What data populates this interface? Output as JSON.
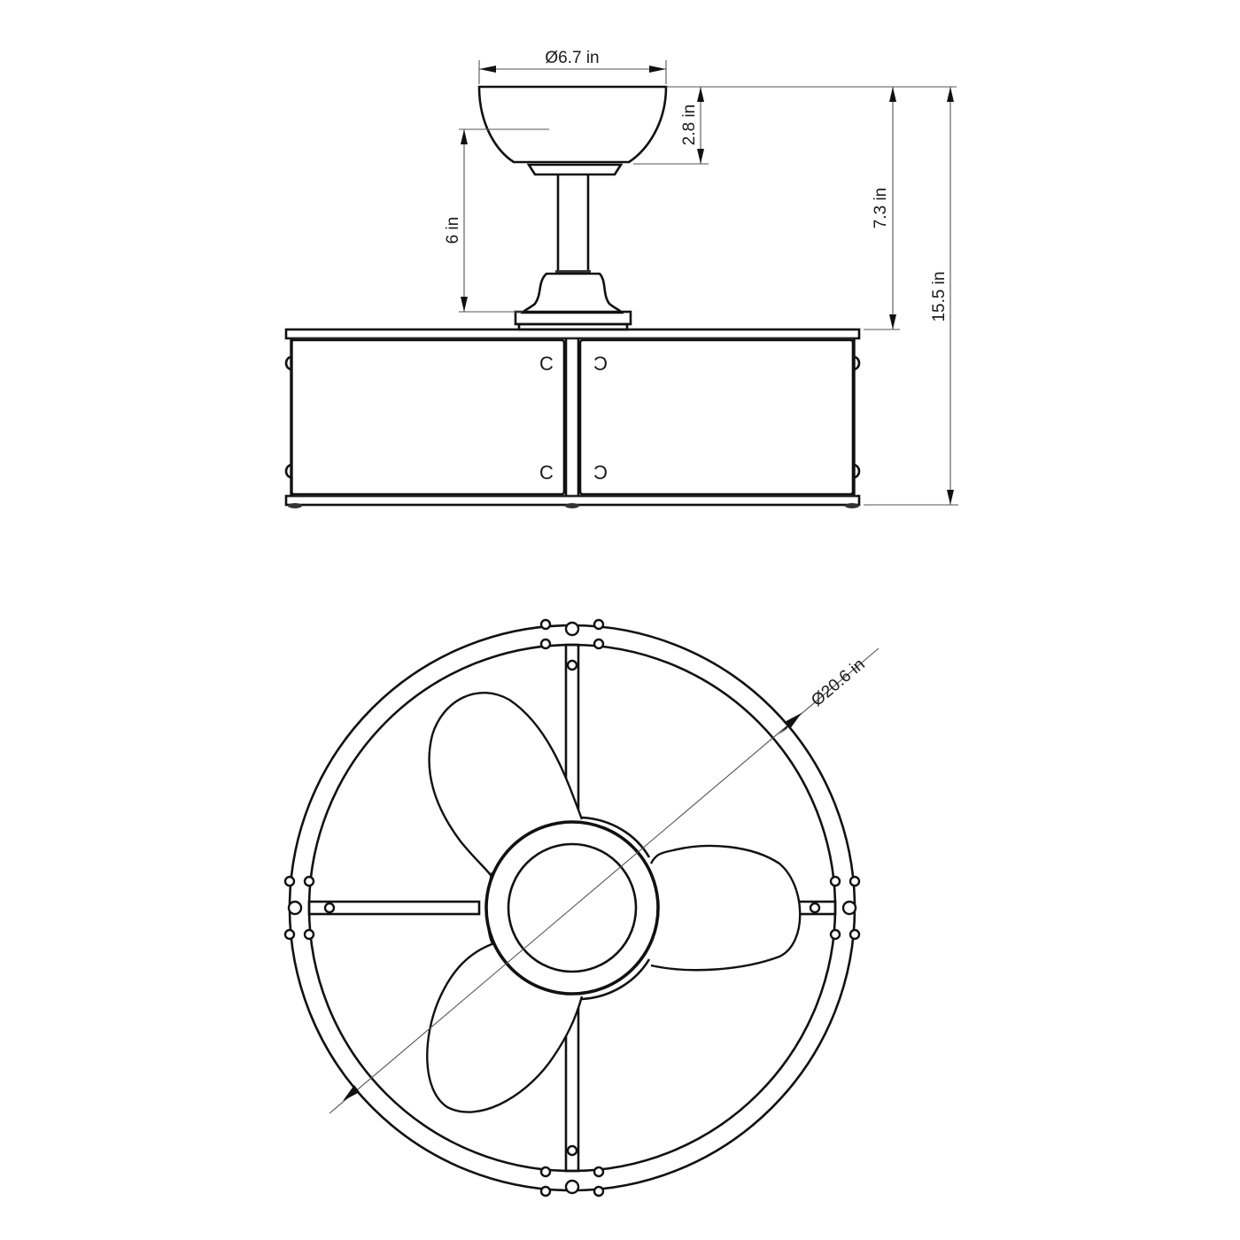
{
  "drawing": {
    "title": "Ceiling fan dimension drawing",
    "views": [
      "side-view",
      "bottom-view"
    ],
    "line_color": "#111111",
    "background": "#ffffff"
  },
  "dimensions": {
    "canopy_diameter": "Ø6.7 in",
    "canopy_height": "2.8 in",
    "downrod_length": "6 in",
    "ceiling_to_cage_top": "7.3 in",
    "overall_height": "15.5 in",
    "cage_diameter": "Ø20.6 in"
  }
}
